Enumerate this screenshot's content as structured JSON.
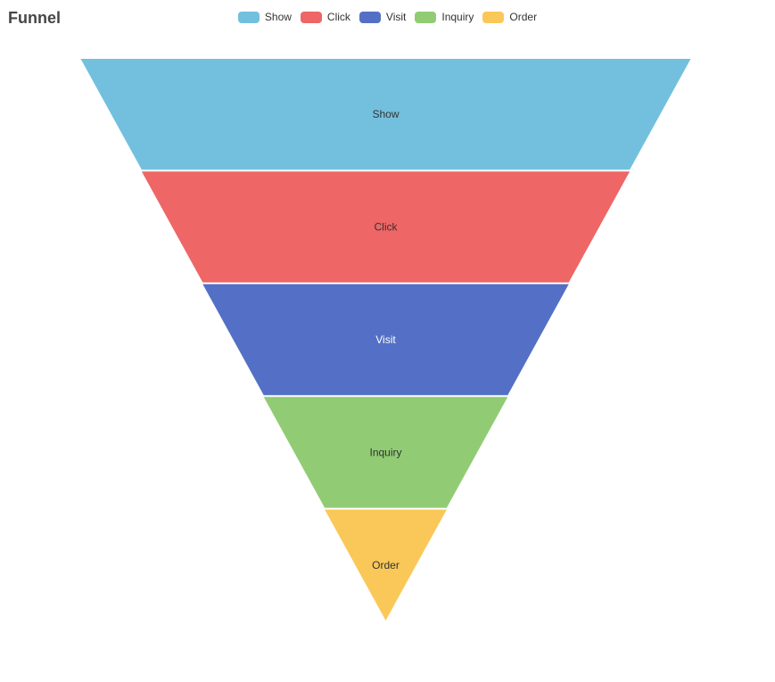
{
  "chart_data": {
    "type": "funnel",
    "title": "Funnel",
    "legend_position": "top-center",
    "sort": "descending",
    "min": 0,
    "max": 100,
    "stages": [
      {
        "name": "Show",
        "value": 100,
        "color": "#73c0de",
        "label_color": "#333333"
      },
      {
        "name": "Click",
        "value": 80,
        "color": "#ee6666",
        "label_color": "#333333"
      },
      {
        "name": "Visit",
        "value": 60,
        "color": "#5470c6",
        "label_color": "#ffffff"
      },
      {
        "name": "Inquiry",
        "value": 40,
        "color": "#91cc75",
        "label_color": "#333333"
      },
      {
        "name": "Order",
        "value": 20,
        "color": "#fac858",
        "label_color": "#333333"
      }
    ]
  }
}
